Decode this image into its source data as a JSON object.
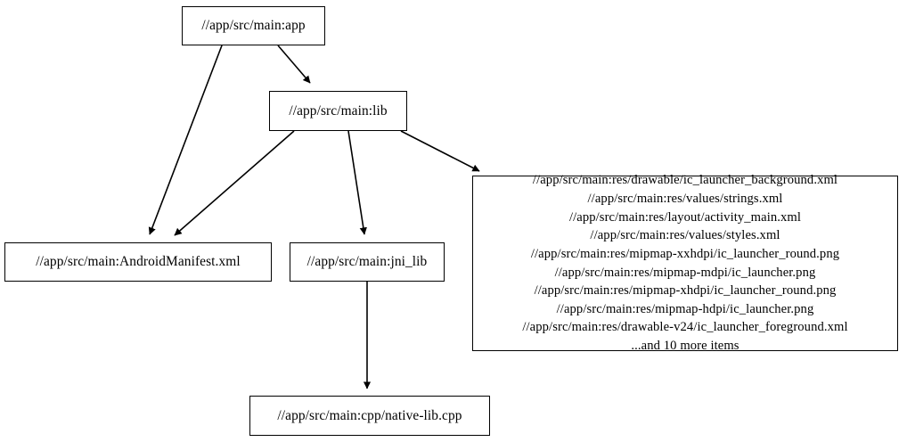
{
  "graph": {
    "type": "directed-dependency-graph",
    "title": "",
    "background_color": "#ffffff",
    "node_border_color": "#000000",
    "edge_color": "#000000",
    "text_color": "#000000",
    "nodes": [
      {
        "id": "app",
        "label": "//app/src/main:app"
      },
      {
        "id": "lib",
        "label": "//app/src/main:lib"
      },
      {
        "id": "manifest",
        "label": "//app/src/main:AndroidManifest.xml"
      },
      {
        "id": "jni_lib",
        "label": "//app/src/main:jni_lib"
      },
      {
        "id": "res",
        "label": "//app/src/main:res/drawable/ic_launcher_background.xml\n//app/src/main:res/values/strings.xml\n//app/src/main:res/layout/activity_main.xml\n//app/src/main:res/values/styles.xml\n//app/src/main:res/mipmap-xxhdpi/ic_launcher_round.png\n//app/src/main:res/mipmap-mdpi/ic_launcher.png\n//app/src/main:res/mipmap-xhdpi/ic_launcher_round.png\n//app/src/main:res/mipmap-hdpi/ic_launcher.png\n//app/src/main:res/drawable-v24/ic_launcher_foreground.xml\n...and 10 more items",
        "lines": [
          "//app/src/main:res/drawable/ic_launcher_background.xml",
          "//app/src/main:res/values/strings.xml",
          "//app/src/main:res/layout/activity_main.xml",
          "//app/src/main:res/values/styles.xml",
          "//app/src/main:res/mipmap-xxhdpi/ic_launcher_round.png",
          "//app/src/main:res/mipmap-mdpi/ic_launcher.png",
          "//app/src/main:res/mipmap-xhdpi/ic_launcher_round.png",
          "//app/src/main:res/mipmap-hdpi/ic_launcher.png",
          "//app/src/main:res/drawable-v24/ic_launcher_foreground.xml",
          "...and 10 more items"
        ]
      },
      {
        "id": "native_lib_cpp",
        "label": "//app/src/main:cpp/native-lib.cpp"
      }
    ],
    "edges": [
      {
        "from": "app",
        "to": "manifest"
      },
      {
        "from": "app",
        "to": "lib"
      },
      {
        "from": "lib",
        "to": "manifest"
      },
      {
        "from": "lib",
        "to": "jni_lib"
      },
      {
        "from": "lib",
        "to": "res"
      },
      {
        "from": "jni_lib",
        "to": "native_lib_cpp"
      }
    ]
  }
}
